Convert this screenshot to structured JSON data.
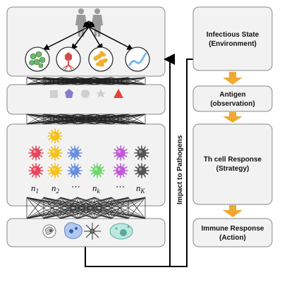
{
  "right_panel": {
    "boxes": [
      {
        "line1": "Infectious State",
        "line2": "(Environment)"
      },
      {
        "line1": "Antigen",
        "line2": "(observation)"
      },
      {
        "line1": "Th cell Response",
        "line2": "(Strategy)"
      },
      {
        "line1": "Immune Response",
        "line2": "(Action)"
      }
    ],
    "arrow_color": "#f0a830"
  },
  "vertical_label": "Impact to Pathogens",
  "cell_labels": {
    "n1": "n",
    "n1_sub": "1",
    "n2": "n",
    "n2_sub": "2",
    "dots1": "⋯",
    "nk": "n",
    "nk_sub": "k",
    "dots2": "⋯",
    "nK": "n",
    "nK_sub": "K"
  },
  "colors": {
    "panel_bg": "#f2f2f2",
    "panel_border": "#888888",
    "red_triangle": "#e0443a",
    "purple_pentagon": "#8a78d0",
    "cell_red": "#e8465a",
    "cell_yellow": "#f4c21b",
    "cell_blue": "#6a8fe0",
    "cell_green": "#6cd86c",
    "cell_purple": "#c05ad8",
    "cell_black": "#555555"
  }
}
